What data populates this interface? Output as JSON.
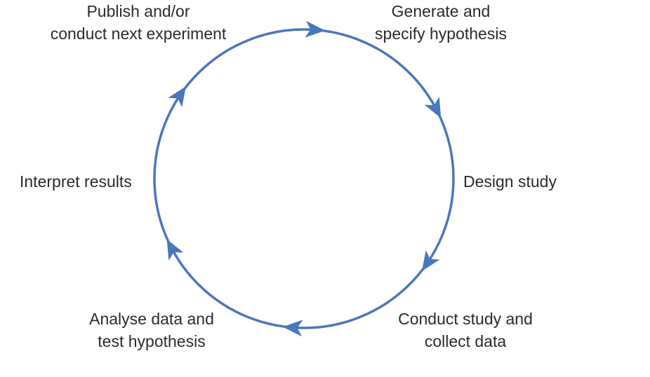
{
  "diagram": {
    "type": "cycle",
    "stroke_color": "#4a77bb",
    "text_color": "#2b2b2b",
    "steps": [
      {
        "line1": "Generate and",
        "line2": "specify hypothesis"
      },
      {
        "line1": "Design study",
        "line2": ""
      },
      {
        "line1": "Conduct study and",
        "line2": "collect data"
      },
      {
        "line1": "Analyse data and",
        "line2": "test hypothesis"
      },
      {
        "line1": "Interpret results",
        "line2": ""
      },
      {
        "line1": "Publish and/or",
        "line2": "conduct next experiment"
      }
    ]
  }
}
